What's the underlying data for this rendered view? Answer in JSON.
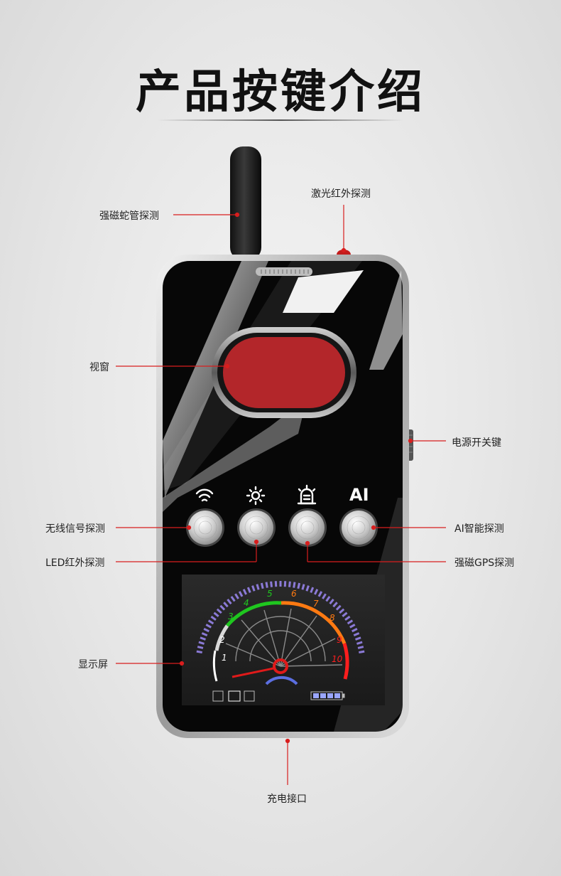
{
  "title": "产品按键介绍",
  "labels": {
    "antenna": "强磁蛇管探测",
    "laser": "激光红外探测",
    "window": "视窗",
    "power": "电源开关键",
    "wireless": "无线信号探测",
    "ai": "AI智能探测",
    "led": "LED红外探测",
    "gps": "强磁GPS探测",
    "display": "显示屏",
    "charge": "充电接口"
  },
  "button_icons": {
    "ai_text": "AI"
  },
  "gauge": {
    "ticks": [
      "1",
      "2",
      "3",
      "4",
      "5",
      "6",
      "7",
      "8",
      "9",
      "10"
    ]
  },
  "colors": {
    "accent": "#d81e1e",
    "window_red": "#b3262a"
  }
}
